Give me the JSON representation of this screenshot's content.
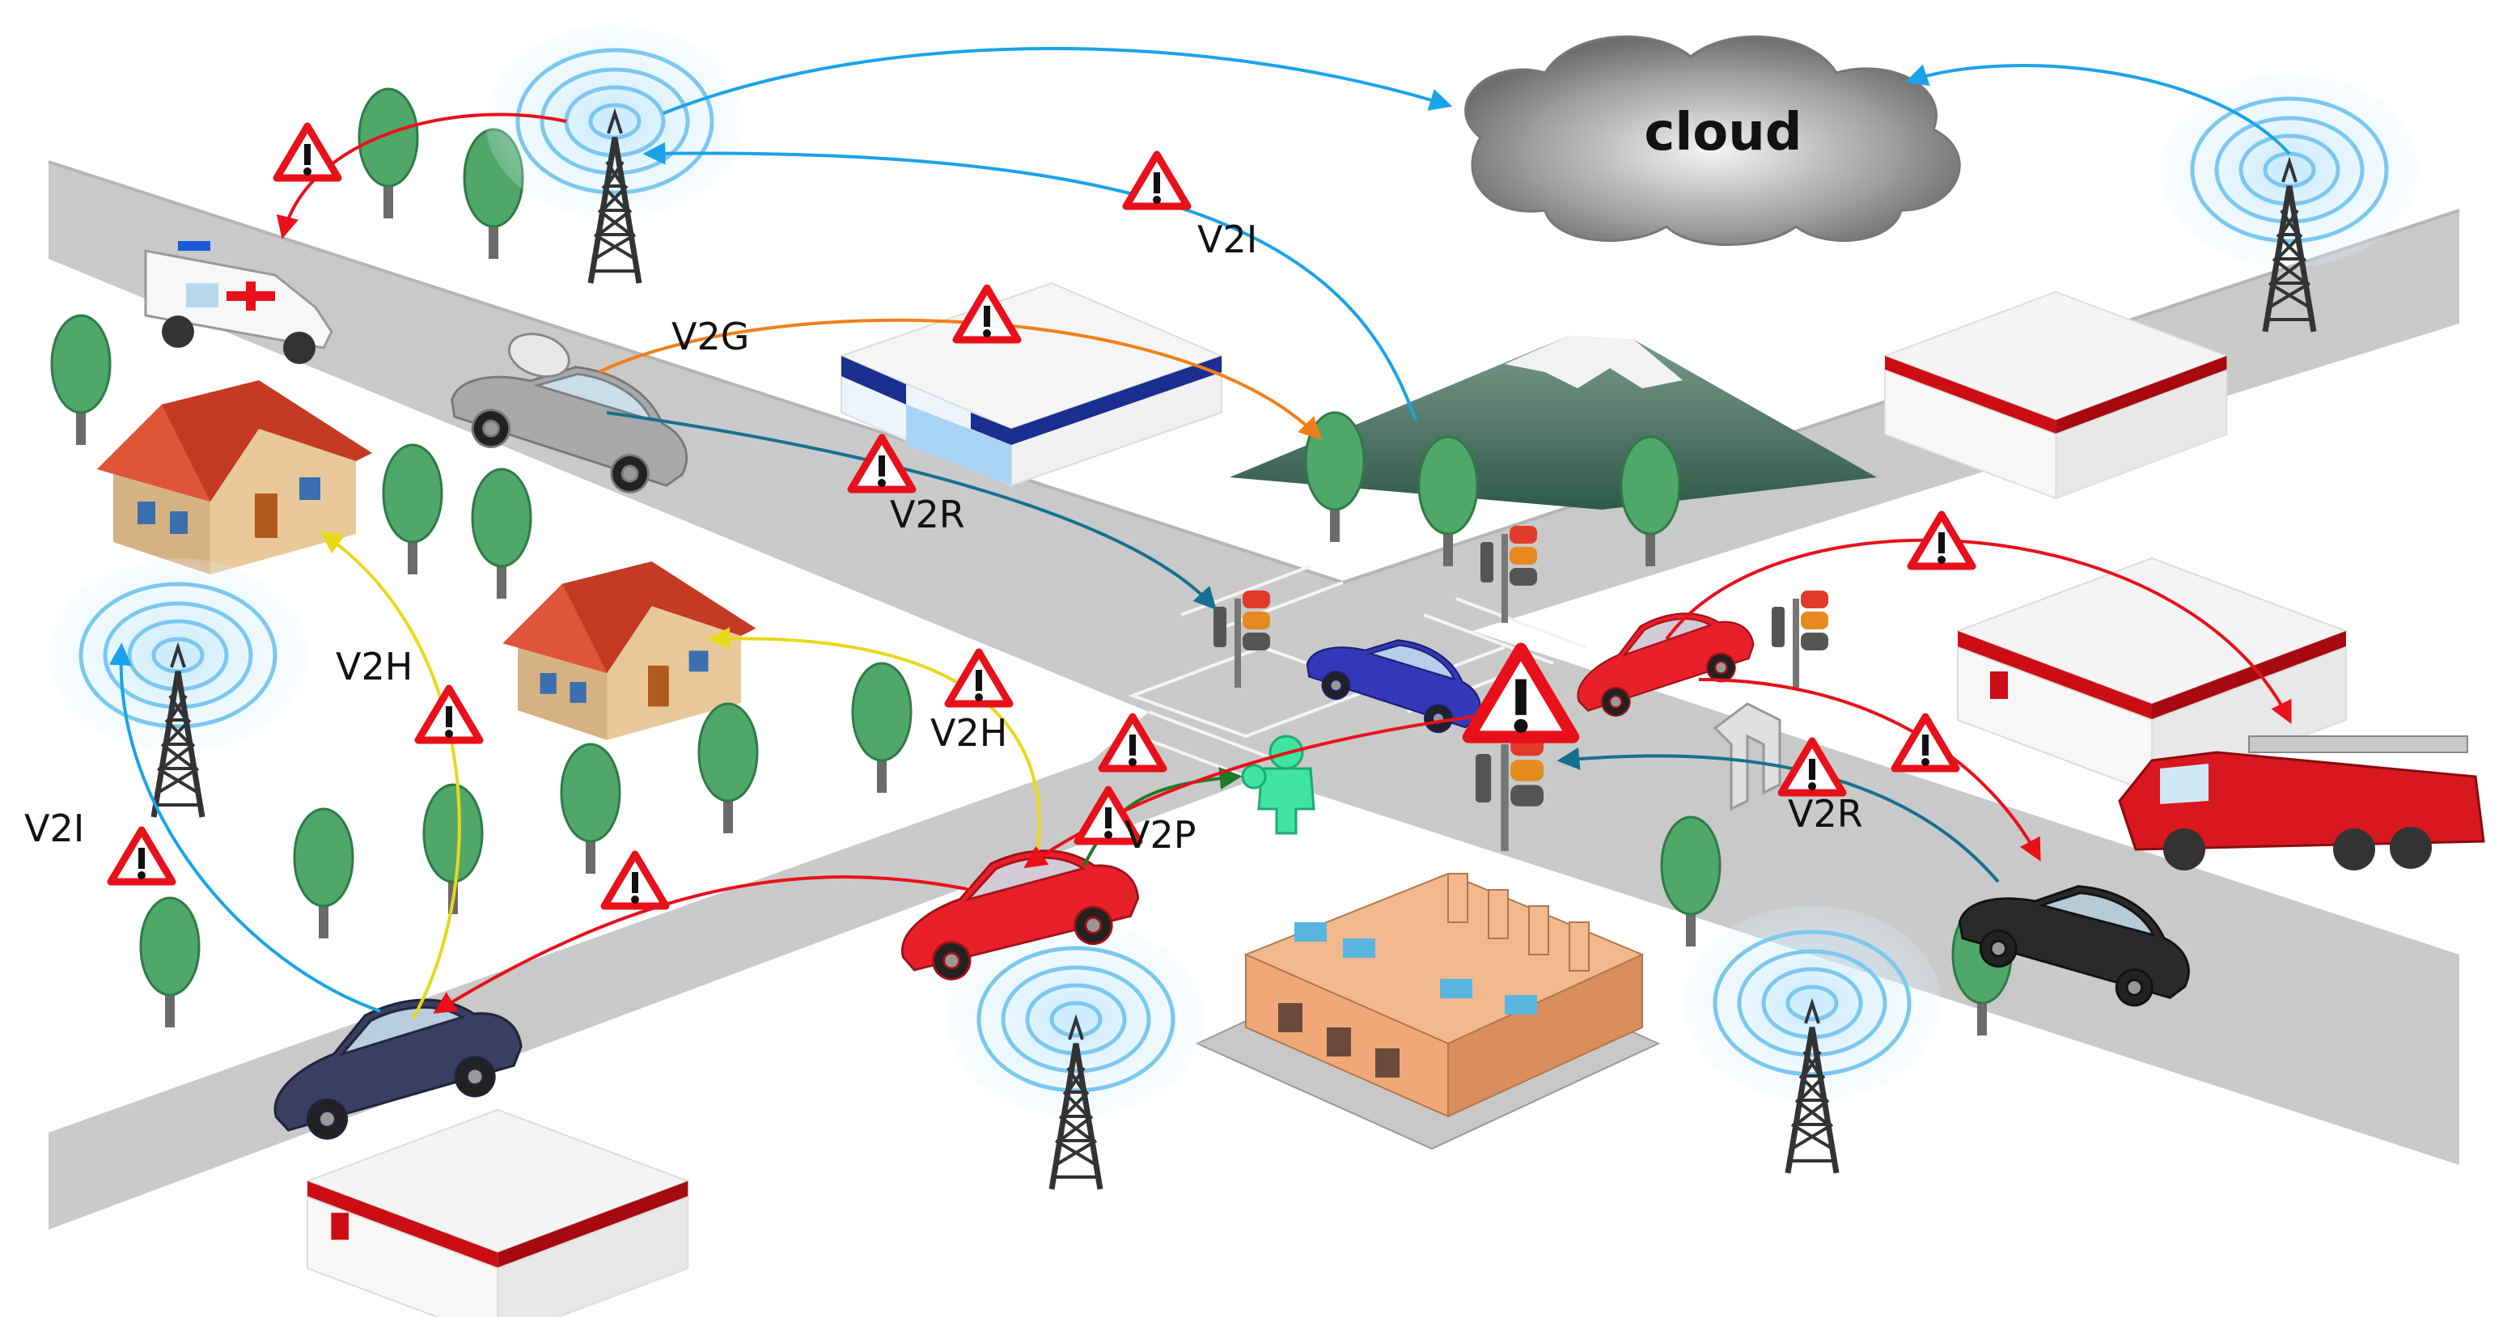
{
  "cloud_label": "cloud",
  "link_labels": {
    "v2i_top": "V2I",
    "v2g": "V2G",
    "v2r_left": "V2R",
    "v2h_left": "V2H",
    "v2h_center": "V2H",
    "v2i_left": "V2I",
    "v2p": "V2P",
    "v2r_right": "V2R"
  },
  "colors": {
    "v2i": "#1aa3e8",
    "v2g": "#f07f1a",
    "v2r": "#16708f",
    "v2h": "#f2e21a",
    "v2p": "#1f7a2a",
    "warning": "#e8101a",
    "road": "#c8c8c8",
    "tree": "#4fa86a"
  },
  "icons": {
    "tower": "radio-tower-icon",
    "warning": "warning-triangle-icon",
    "tree": "tree-icon",
    "traffic_light": "traffic-light-icon"
  }
}
